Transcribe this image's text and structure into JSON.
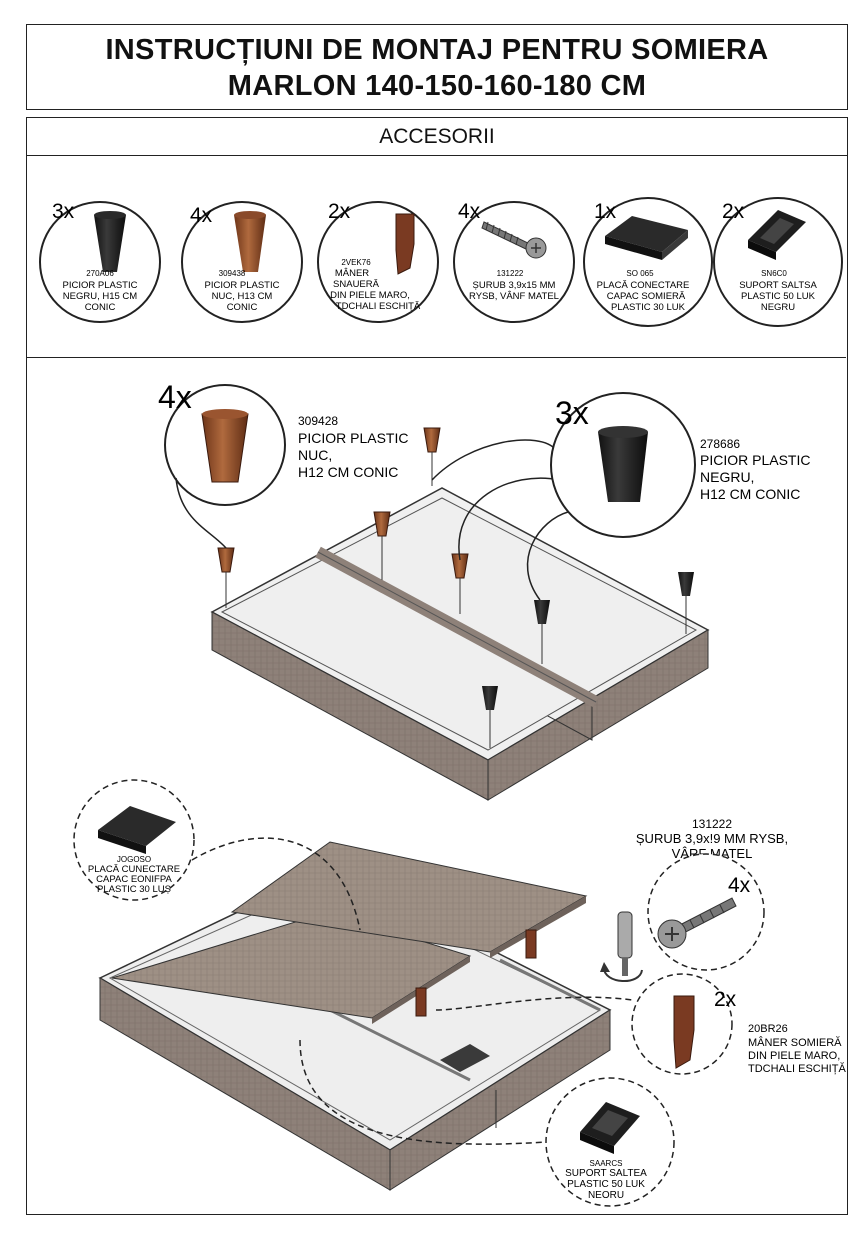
{
  "title": {
    "line1": "INSTRUCȚIUNI DE MONTAJ PENTRU SOMIERA",
    "line2": "MARLON 140-150-160-180 CM"
  },
  "accessories_header": "ACCESORII",
  "accessories": [
    {
      "qty": "3x",
      "code": "270A06",
      "desc1": "PICIOR PLASTIC",
      "desc2": "NEGRU, H15 CM",
      "desc3": "CONIC",
      "icon": "black-cone-leg-icon"
    },
    {
      "qty": "4x",
      "code": "309438",
      "desc1": "PICIOR PLASTIC",
      "desc2": "NUC, H13 CM",
      "desc3": "CONIC",
      "icon": "walnut-cone-leg-icon"
    },
    {
      "qty": "2x",
      "code": "2VEK76",
      "desc1": "MÂNER",
      "desc2": "SNAUERĂ",
      "desc3": "DIN PIELE MARO,",
      "desc4": "TDCHALI ESCHIȚĂ",
      "icon": "leather-handle-icon"
    },
    {
      "qty": "4x",
      "code": "131222",
      "desc1": "ȘURUB 3,9x15 MM",
      "desc2": "RYSB, VÂNF MATEL",
      "icon": "screw-icon"
    },
    {
      "qty": "1x",
      "code": "SO 065",
      "desc1": "PLACĂ CONECTARE",
      "desc2": "CAPAC SOMIERĂ",
      "desc3": "PLASTIC 30 LUK",
      "icon": "connector-plate-icon"
    },
    {
      "qty": "2x",
      "code": "SN6C0",
      "desc1": "SUPORT SALTSA",
      "desc2": "PLASTIC 50 LUK",
      "desc3": "NEGRU",
      "icon": "mattress-support-icon"
    }
  ],
  "step1": {
    "walnut": {
      "qty": "4x",
      "code": "309428",
      "l1": "PICIOR PLASTIC",
      "l2": "NUC,",
      "l3": "H12 CM CONIC"
    },
    "black": {
      "qty": "3x",
      "code": "278686",
      "l1": "PICIOR PLASTIC",
      "l2": "NEGRU,",
      "l3": "H12 CM CONIC"
    }
  },
  "step2": {
    "plate": {
      "code": "JOGOSO",
      "l1": "PLACĂ CUNECTARE",
      "l2": "CAPAC EONIFPA",
      "l3": "PLASTIC 30 LUȘ"
    },
    "screw": {
      "code": "131222",
      "l1": "ȘURUB 3,9x!9 MM RYSB,",
      "l2": "VÂRF MATEL",
      "qty": "4x"
    },
    "handle": {
      "qty": "2x",
      "code": "20BR26",
      "l1": "MÂNER SOMIERĂ",
      "l2": "DIN PIELE MARO,",
      "l3": "TDCHALI ESCHIȚĂ"
    },
    "support": {
      "code": "SAARCS",
      "l1": "SUPORT SALTEA",
      "l2": "PLASTIC 50 LUK",
      "l3": "NEORU"
    }
  },
  "colors": {
    "walnut": "#8a4a2a",
    "black": "#1e1e1e",
    "fabric": "#8e8179",
    "fabric_top": "#a39589",
    "board": "#efefef"
  }
}
